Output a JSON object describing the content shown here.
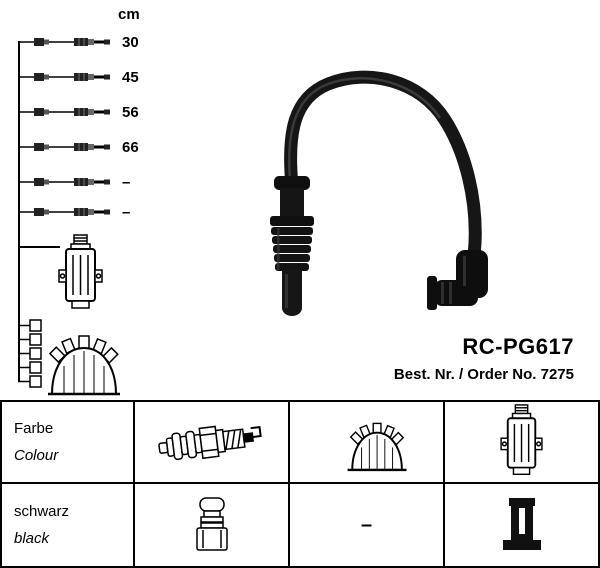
{
  "diagram": {
    "unit_label": "cm",
    "cable_lengths": [
      "30",
      "45",
      "56",
      "66",
      "–",
      "–"
    ]
  },
  "product": {
    "code": "RC-PG617",
    "order_number_label": "Best. Nr. / Order No. 7275"
  },
  "spec_table": {
    "row_color": {
      "de": "Farbe",
      "en": "Colour"
    },
    "row_value": {
      "de": "schwarz",
      "en": "black"
    },
    "dash": "–"
  },
  "icons": {
    "spark_plug": "spark-plug-icon",
    "distributor_cap": "distributor-cap-icon",
    "ignition_coil": "ignition-coil-icon",
    "plug_connector": "plug-connector-icon",
    "coil_connector": "coil-connector-icon",
    "cable_graphic": "ignition-cable-icon"
  },
  "colors": {
    "ink": "#000000",
    "cable_black": "#141414",
    "background": "#ffffff"
  }
}
